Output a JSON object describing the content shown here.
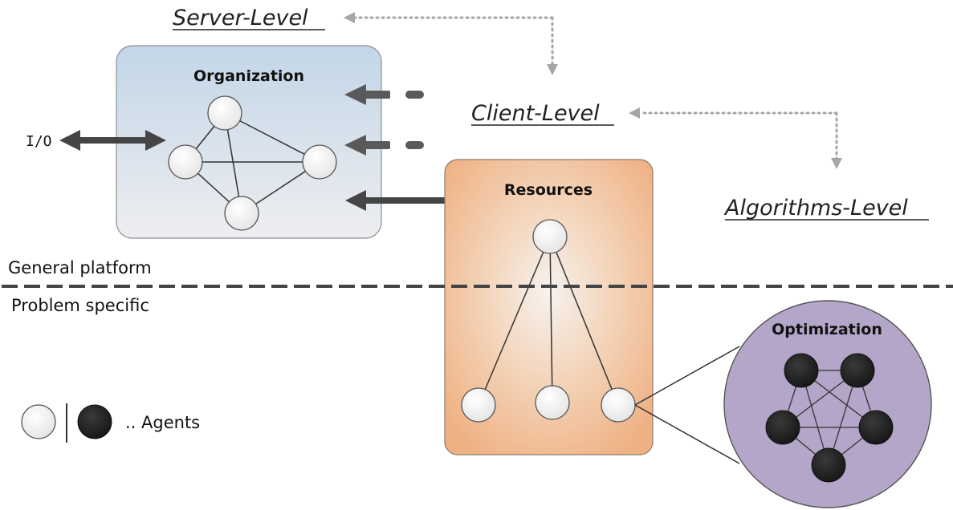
{
  "levels": {
    "server": "Server-Level",
    "client": "Client-Level",
    "algorithms": "Algorithms-Level"
  },
  "boxes": {
    "organization": "Organization",
    "resources": "Resources",
    "optimization": "Optimization"
  },
  "io_label": "I/O",
  "divider": {
    "general": "General platform",
    "specific": "Problem specific"
  },
  "legend": {
    "agents": ".. Agents"
  },
  "colors": {
    "organization_top": "#c3d6e8",
    "organization_bottom": "#ecedf0",
    "resources_center": "#f6f1ed",
    "resources_edge": "#f0b58a",
    "optimization_fill": "#b4a6c9",
    "agent_light": "#f4f4f4",
    "agent_dark": "#222222",
    "arrow_dark": "#454545",
    "dotted_arrow": "#a6a6a6",
    "divider_line": "#444444"
  }
}
